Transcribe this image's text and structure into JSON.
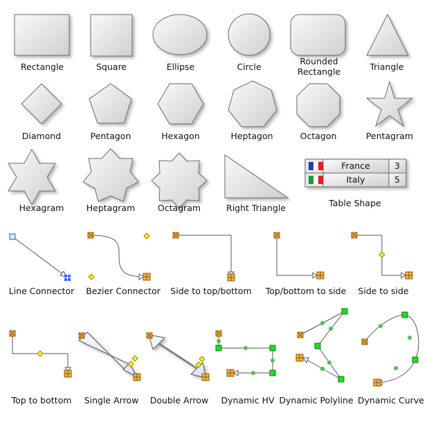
{
  "shape_labels": {
    "rectangle": "Rectangle",
    "square": "Square",
    "ellipse": "Ellipse",
    "circle": "Circle",
    "rounded_rectangle": "Rounded Rectangle",
    "triangle": "Triangle",
    "diamond": "Diamond",
    "pentagon": "Pentagon",
    "hexagon": "Hexagon",
    "heptagon": "Heptagon",
    "octagon": "Octagon",
    "pentagram": "Pentagram",
    "hexagram": "Hexagram",
    "heptagram": "Heptagram",
    "octagram": "Octagram",
    "right_triangle": "Right Triangle",
    "table_shape": "Table Shape"
  },
  "table_shape": {
    "rows": [
      {
        "country": "France",
        "value": "3",
        "flag": "france-flag-icon"
      },
      {
        "country": "Italy",
        "value": "5",
        "flag": "italy-flag-icon"
      }
    ]
  },
  "connector_labels": {
    "line_connector": "Line Connector",
    "bezier_connector": "Bezier Connector",
    "side_to_top_bottom": "Side to top/bottom",
    "top_bottom_to_side": "Top/bottom to side",
    "side_to_side": "Side to side",
    "top_to_bottom": "Top to bottom",
    "single_arrow": "Single Arrow",
    "double_arrow": "Double Arrow",
    "dynamic_hv": "Dynamic HV",
    "dynamic_polyline": "Dynamic Polyline",
    "dynamic_curve": "Dynamic Curve"
  },
  "colors": {
    "shape_fill_light": "#f7f7f7",
    "shape_fill_dark": "#d2d2d2",
    "shape_stroke": "#6b6b6b",
    "handle_orange": "#f2b24a",
    "handle_yellow": "#ffee22",
    "handle_green": "#22dd22",
    "dot_green": "#55bb55",
    "arrow_fill": "#e6eef8",
    "flag_blue": "#1f3fbf",
    "flag_red": "#e02020",
    "flag_green": "#1a9a3a"
  }
}
